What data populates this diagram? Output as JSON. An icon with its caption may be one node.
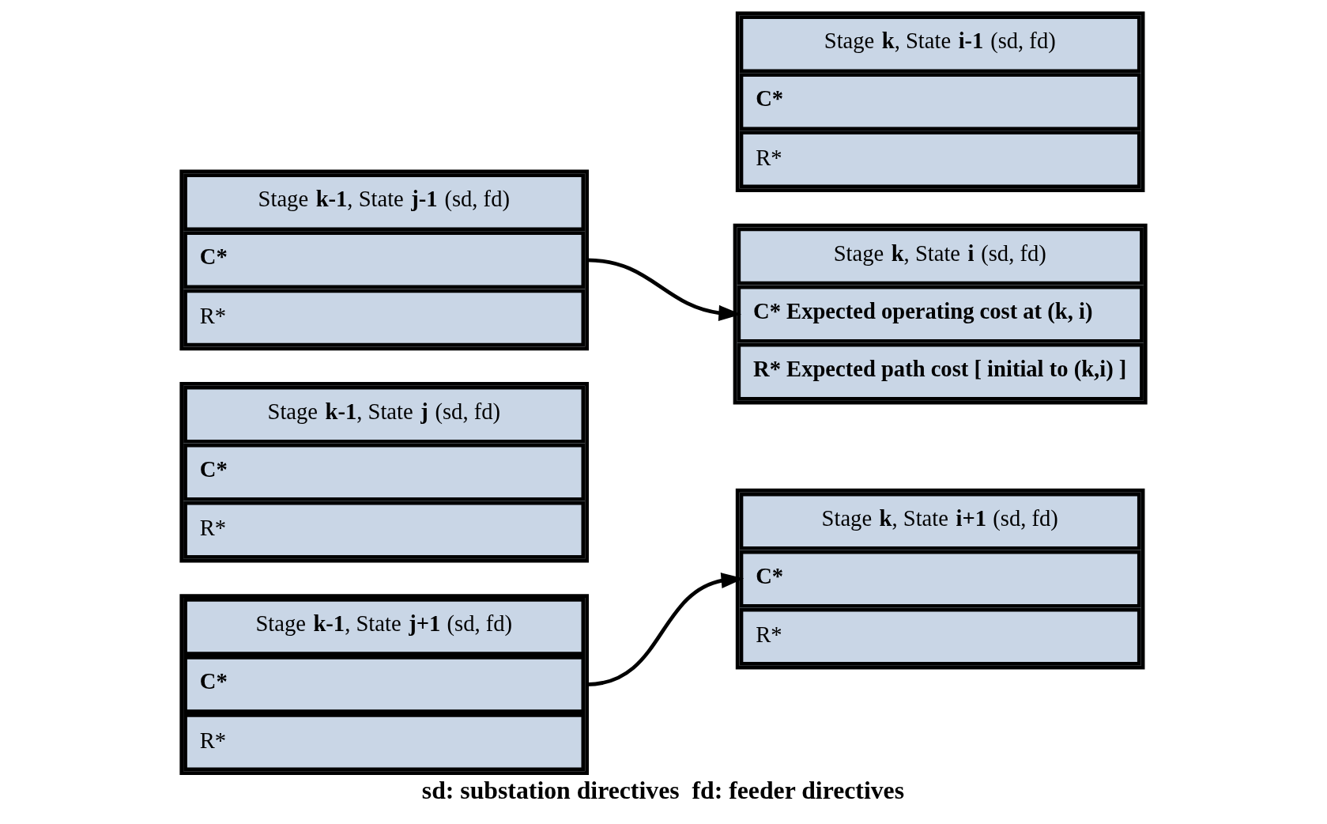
{
  "diagram": {
    "caption": "sd: substation directives  fd: feeder directives",
    "nodes": [
      {
        "text": [
          "Stage **k-1**, State **j-1** (sd, fd)",
          "C*",
          "R*"
        ]
      },
      {
        "text": [
          "Stage **k**, State **i-1** (sd, fd)",
          "C*",
          "R*"
        ]
      },
      {
        "text": [
          "Stage **k-1**, State **j** (sd, fd)",
          "C*",
          "R*"
        ]
      },
      {
        "text": [
          "Stage **k**, State **i** (sd, fd)",
          "C* Expected operating cost at (k, i)",
          "R* Expected path cost [ initial to (k,i) ]"
        ]
      },
      {
        "text": [
          "Stage **k-1**, State **j+1** (sd, fd)",
          "C*",
          "R*"
        ]
      },
      {
        "text": [
          "Stage **k**, State **i+1** (sd, fd)",
          "C*",
          "R*"
        ]
      }
    ],
    "edges": [
      {
        "from": 0,
        "to": 3,
        "arrow": "to"
      },
      {
        "from": 4,
        "to": 5,
        "arrow": "to"
      }
    ]
  }
}
